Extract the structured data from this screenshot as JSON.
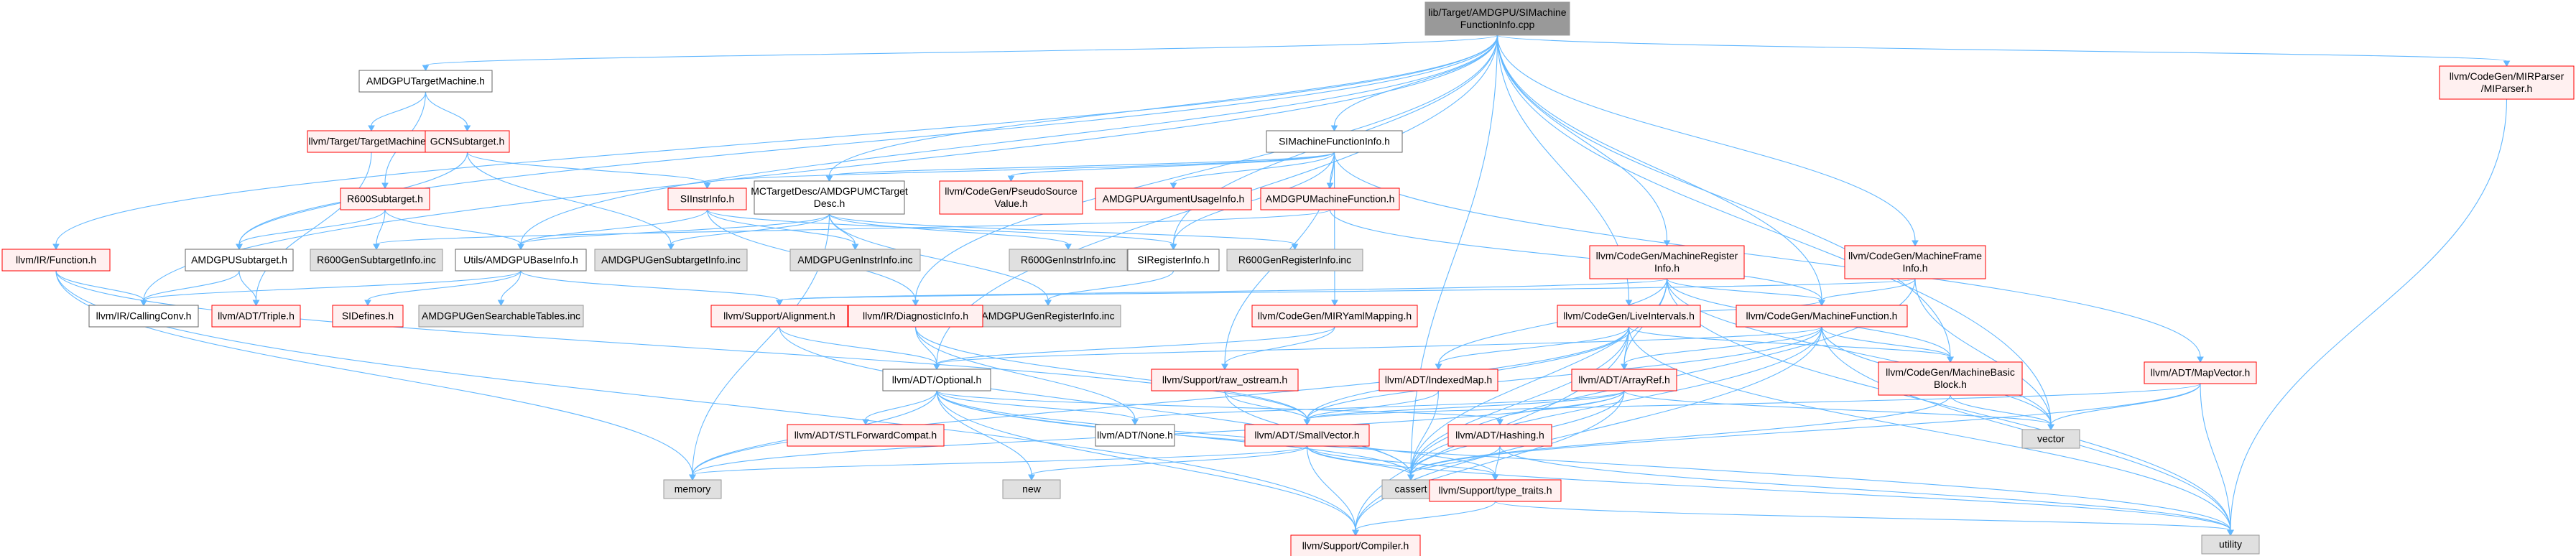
{
  "graph": {
    "root": "root",
    "colors": {
      "edge": "#63b8ff",
      "root_fill": "#999999",
      "documented_fill": "#ffffff",
      "documented_border": "#666666",
      "undocumented_fill": "#fff0f0",
      "undocumented_border": "#ff0000",
      "external_fill": "#e0e0e0",
      "external_border": "#999999"
    },
    "nodes": [
      {
        "id": "root",
        "lines": [
          "lib/Target/AMDGPU/SIMachine",
          "FunctionInfo.cpp"
        ],
        "kind": "root"
      },
      {
        "id": "amdgpu_tm",
        "lines": [
          "AMDGPUTargetMachine.h"
        ],
        "kind": "documented"
      },
      {
        "id": "target_tm",
        "lines": [
          "llvm/Target/TargetMachine.h"
        ],
        "kind": "undocumented"
      },
      {
        "id": "gcn_st",
        "lines": [
          "GCNSubtarget.h"
        ],
        "kind": "undocumented"
      },
      {
        "id": "r600_st",
        "lines": [
          "R600Subtarget.h"
        ],
        "kind": "undocumented"
      },
      {
        "id": "amdgpu_st",
        "lines": [
          "AMDGPUSubtarget.h"
        ],
        "kind": "documented"
      },
      {
        "id": "ir_function",
        "lines": [
          "llvm/IR/Function.h"
        ],
        "kind": "undocumented"
      },
      {
        "id": "ir_callingconv",
        "lines": [
          "llvm/IR/CallingConv.h"
        ],
        "kind": "documented"
      },
      {
        "id": "adt_triple",
        "lines": [
          "llvm/ADT/Triple.h"
        ],
        "kind": "undocumented"
      },
      {
        "id": "si_mfi",
        "lines": [
          "SIMachineFunctionInfo.h"
        ],
        "kind": "documented"
      },
      {
        "id": "si_instrinfo",
        "lines": [
          "SIInstrInfo.h"
        ],
        "kind": "undocumented"
      },
      {
        "id": "mctarget",
        "lines": [
          "MCTargetDesc/AMDGPUMCTarget",
          "Desc.h"
        ],
        "kind": "documented"
      },
      {
        "id": "pseudo_sv",
        "lines": [
          "llvm/CodeGen/PseudoSource",
          "Value.h"
        ],
        "kind": "undocumented"
      },
      {
        "id": "amdgpu_arg",
        "lines": [
          "AMDGPUArgumentUsageInfo.h"
        ],
        "kind": "undocumented"
      },
      {
        "id": "amdgpu_mf",
        "lines": [
          "AMDGPUMachineFunction.h"
        ],
        "kind": "undocumented"
      },
      {
        "id": "r600_stinfo",
        "lines": [
          "R600GenSubtargetInfo.inc"
        ],
        "kind": "external"
      },
      {
        "id": "utils_base",
        "lines": [
          "Utils/AMDGPUBaseInfo.h"
        ],
        "kind": "documented"
      },
      {
        "id": "amdgpu_stinfo",
        "lines": [
          "AMDGPUGenSubtargetInfo.inc"
        ],
        "kind": "external"
      },
      {
        "id": "amdgpu_instrinfo",
        "lines": [
          "AMDGPUGenInstrInfo.inc"
        ],
        "kind": "external"
      },
      {
        "id": "r600_instrinfo",
        "lines": [
          "R600GenInstrInfo.inc"
        ],
        "kind": "external"
      },
      {
        "id": "si_reginfo",
        "lines": [
          "SIRegisterInfo.h"
        ],
        "kind": "documented"
      },
      {
        "id": "r600_reginfo",
        "lines": [
          "R600GenRegisterInfo.inc"
        ],
        "kind": "external"
      },
      {
        "id": "amdgpu_reginfo",
        "lines": [
          "AMDGPUGenRegisterInfo.inc"
        ],
        "kind": "external"
      },
      {
        "id": "si_defines",
        "lines": [
          "SIDefines.h"
        ],
        "kind": "undocumented"
      },
      {
        "id": "searchable",
        "lines": [
          "AMDGPUGenSearchableTables.inc"
        ],
        "kind": "external"
      },
      {
        "id": "support_align",
        "lines": [
          "llvm/Support/Alignment.h"
        ],
        "kind": "undocumented"
      },
      {
        "id": "ir_diag",
        "lines": [
          "llvm/IR/DiagnosticInfo.h"
        ],
        "kind": "undocumented"
      },
      {
        "id": "mri",
        "lines": [
          "llvm/CodeGen/MachineRegister",
          "Info.h"
        ],
        "kind": "undocumented"
      },
      {
        "id": "mir_yaml",
        "lines": [
          "llvm/CodeGen/MIRYamlMapping.h"
        ],
        "kind": "undocumented"
      },
      {
        "id": "live_int",
        "lines": [
          "llvm/CodeGen/LiveIntervals.h"
        ],
        "kind": "undocumented"
      },
      {
        "id": "mfi_frame",
        "lines": [
          "llvm/CodeGen/MachineFrame",
          "Info.h"
        ],
        "kind": "undocumented"
      },
      {
        "id": "mf",
        "lines": [
          "llvm/CodeGen/MachineFunction.h"
        ],
        "kind": "undocumented"
      },
      {
        "id": "mir_parser",
        "lines": [
          "llvm/CodeGen/MIRParser",
          "/MIParser.h"
        ],
        "kind": "undocumented"
      },
      {
        "id": "adt_optional",
        "lines": [
          "llvm/ADT/Optional.h"
        ],
        "kind": "documented"
      },
      {
        "id": "raw_ostream",
        "lines": [
          "llvm/Support/raw_ostream.h"
        ],
        "kind": "undocumented"
      },
      {
        "id": "adt_indexedmap",
        "lines": [
          "llvm/ADT/IndexedMap.h"
        ],
        "kind": "undocumented"
      },
      {
        "id": "adt_arrayref",
        "lines": [
          "llvm/ADT/ArrayRef.h"
        ],
        "kind": "undocumented"
      },
      {
        "id": "mbb",
        "lines": [
          "llvm/CodeGen/MachineBasic",
          "Block.h"
        ],
        "kind": "undocumented"
      },
      {
        "id": "adt_mapvector",
        "lines": [
          "llvm/ADT/MapVector.h"
        ],
        "kind": "undocumented"
      },
      {
        "id": "stl_forward",
        "lines": [
          "llvm/ADT/STLForwardCompat.h"
        ],
        "kind": "undocumented"
      },
      {
        "id": "adt_none",
        "lines": [
          "llvm/ADT/None.h"
        ],
        "kind": "documented"
      },
      {
        "id": "adt_smallvector",
        "lines": [
          "llvm/ADT/SmallVector.h"
        ],
        "kind": "undocumented"
      },
      {
        "id": "adt_hashing",
        "lines": [
          "llvm/ADT/Hashing.h"
        ],
        "kind": "undocumented"
      },
      {
        "id": "vector",
        "lines": [
          "vector"
        ],
        "kind": "external"
      },
      {
        "id": "memory",
        "lines": [
          "memory"
        ],
        "kind": "external"
      },
      {
        "id": "new",
        "lines": [
          "new"
        ],
        "kind": "external"
      },
      {
        "id": "cassert",
        "lines": [
          "cassert"
        ],
        "kind": "external"
      },
      {
        "id": "type_traits",
        "lines": [
          "llvm/Support/type_traits.h"
        ],
        "kind": "undocumented"
      },
      {
        "id": "compiler",
        "lines": [
          "llvm/Support/Compiler.h"
        ],
        "kind": "undocumented"
      },
      {
        "id": "utility",
        "lines": [
          "utility"
        ],
        "kind": "external"
      }
    ],
    "edges": [
      [
        "root",
        "amdgpu_tm"
      ],
      [
        "root",
        "si_mfi"
      ],
      [
        "root",
        "mctarget"
      ],
      [
        "root",
        "ir_function"
      ],
      [
        "root",
        "ir_callingconv"
      ],
      [
        "root",
        "amdgpu_st"
      ],
      [
        "root",
        "utils_base"
      ],
      [
        "root",
        "mri"
      ],
      [
        "root",
        "live_int"
      ],
      [
        "root",
        "mfi_frame"
      ],
      [
        "root",
        "mf"
      ],
      [
        "root",
        "mbb"
      ],
      [
        "root",
        "mir_parser"
      ],
      [
        "root",
        "cassert"
      ],
      [
        "root",
        "vector"
      ],
      [
        "root",
        "si_reginfo"
      ],
      [
        "root",
        "adt_optional"
      ],
      [
        "root",
        "ir_diag"
      ],
      [
        "amdgpu_tm",
        "target_tm"
      ],
      [
        "amdgpu_tm",
        "gcn_st"
      ],
      [
        "amdgpu_tm",
        "r600_st"
      ],
      [
        "gcn_st",
        "amdgpu_st"
      ],
      [
        "gcn_st",
        "si_instrinfo"
      ],
      [
        "gcn_st",
        "amdgpu_stinfo"
      ],
      [
        "target_tm",
        "adt_triple"
      ],
      [
        "r600_st",
        "amdgpu_st"
      ],
      [
        "r600_st",
        "r600_stinfo"
      ],
      [
        "r600_st",
        "utils_base"
      ],
      [
        "amdgpu_st",
        "ir_callingconv"
      ],
      [
        "amdgpu_st",
        "adt_triple"
      ],
      [
        "ir_function",
        "ir_callingconv"
      ],
      [
        "ir_function",
        "memory"
      ],
      [
        "ir_function",
        "compiler"
      ],
      [
        "ir_function",
        "adt_smallvector"
      ],
      [
        "si_mfi",
        "amdgpu_arg"
      ],
      [
        "si_mfi",
        "amdgpu_mf"
      ],
      [
        "si_mfi",
        "si_instrinfo"
      ],
      [
        "si_mfi",
        "mctarget"
      ],
      [
        "si_mfi",
        "pseudo_sv"
      ],
      [
        "si_mfi",
        "mir_yaml"
      ],
      [
        "si_mfi",
        "adt_mapvector"
      ],
      [
        "si_mfi",
        "raw_ostream"
      ],
      [
        "si_mfi",
        "si_reginfo"
      ],
      [
        "si_instrinfo",
        "utils_base"
      ],
      [
        "si_instrinfo",
        "amdgpu_instrinfo"
      ],
      [
        "si_instrinfo",
        "si_reginfo"
      ],
      [
        "si_instrinfo",
        "ir_diag"
      ],
      [
        "mctarget",
        "utils_base"
      ],
      [
        "mctarget",
        "amdgpu_stinfo"
      ],
      [
        "mctarget",
        "amdgpu_instrinfo"
      ],
      [
        "mctarget",
        "r600_instrinfo"
      ],
      [
        "mctarget",
        "r600_reginfo"
      ],
      [
        "mctarget",
        "amdgpu_reginfo"
      ],
      [
        "mctarget",
        "memory"
      ],
      [
        "amdgpu_mf",
        "mf"
      ],
      [
        "amdgpu_mf",
        "r600_stinfo"
      ],
      [
        "utils_base",
        "si_defines"
      ],
      [
        "utils_base",
        "searchable"
      ],
      [
        "utils_base",
        "support_align"
      ],
      [
        "utils_base",
        "ir_callingconv"
      ],
      [
        "si_reginfo",
        "amdgpu_reginfo"
      ],
      [
        "support_align",
        "adt_optional"
      ],
      [
        "support_align",
        "cassert"
      ],
      [
        "ir_diag",
        "adt_optional"
      ],
      [
        "ir_diag",
        "adt_none"
      ],
      [
        "ir_diag",
        "adt_smallvector"
      ],
      [
        "mri",
        "mf"
      ],
      [
        "mri",
        "mbb"
      ],
      [
        "mri",
        "adt_arrayref"
      ],
      [
        "mri",
        "adt_indexedmap"
      ],
      [
        "mri",
        "vector"
      ],
      [
        "mri",
        "cassert"
      ],
      [
        "mri",
        "utility"
      ],
      [
        "mri",
        "support_align"
      ],
      [
        "mir_yaml",
        "raw_ostream"
      ],
      [
        "mir_yaml",
        "adt_optional"
      ],
      [
        "live_int",
        "mbb"
      ],
      [
        "live_int",
        "mf"
      ],
      [
        "live_int",
        "adt_arrayref"
      ],
      [
        "live_int",
        "adt_indexedmap"
      ],
      [
        "live_int",
        "adt_smallvector"
      ],
      [
        "live_int",
        "cassert"
      ],
      [
        "live_int",
        "compiler"
      ],
      [
        "live_int",
        "utility"
      ],
      [
        "live_int",
        "memory"
      ],
      [
        "mfi_frame",
        "mf"
      ],
      [
        "mfi_frame",
        "vector"
      ],
      [
        "mfi_frame",
        "cassert"
      ],
      [
        "mfi_frame",
        "support_align"
      ],
      [
        "mf",
        "mbb"
      ],
      [
        "mf",
        "adt_arrayref"
      ],
      [
        "mf",
        "adt_smallvector"
      ],
      [
        "mf",
        "vector"
      ],
      [
        "mf",
        "cassert"
      ],
      [
        "mf",
        "utility"
      ],
      [
        "mf",
        "compiler"
      ],
      [
        "mf",
        "adt_optional"
      ],
      [
        "mir_parser",
        "utility"
      ],
      [
        "adt_optional",
        "stl_forward"
      ],
      [
        "adt_optional",
        "adt_none"
      ],
      [
        "adt_optional",
        "type_traits"
      ],
      [
        "adt_optional",
        "compiler"
      ],
      [
        "adt_optional",
        "memory"
      ],
      [
        "adt_optional",
        "new"
      ],
      [
        "adt_optional",
        "cassert"
      ],
      [
        "adt_optional",
        "utility"
      ],
      [
        "adt_optional",
        "adt_hashing"
      ],
      [
        "raw_ostream",
        "adt_smallvector"
      ],
      [
        "raw_ostream",
        "cassert"
      ],
      [
        "adt_indexedmap",
        "adt_smallvector"
      ],
      [
        "adt_indexedmap",
        "cassert"
      ],
      [
        "adt_arrayref",
        "adt_hashing"
      ],
      [
        "adt_arrayref",
        "adt_none"
      ],
      [
        "adt_arrayref",
        "adt_smallvector"
      ],
      [
        "adt_arrayref",
        "compiler"
      ],
      [
        "adt_arrayref",
        "cassert"
      ],
      [
        "adt_arrayref",
        "vector"
      ],
      [
        "adt_arrayref",
        "memory"
      ],
      [
        "mbb",
        "vector"
      ],
      [
        "mbb",
        "cassert"
      ],
      [
        "adt_mapvector",
        "adt_smallvector"
      ],
      [
        "adt_mapvector",
        "vector"
      ],
      [
        "adt_mapvector",
        "cassert"
      ],
      [
        "adt_mapvector",
        "utility"
      ],
      [
        "adt_smallvector",
        "type_traits"
      ],
      [
        "adt_smallvector",
        "compiler"
      ],
      [
        "adt_smallvector",
        "cassert"
      ],
      [
        "adt_smallvector",
        "memory"
      ],
      [
        "adt_smallvector",
        "new"
      ],
      [
        "adt_smallvector",
        "utility"
      ],
      [
        "adt_hashing",
        "type_traits"
      ],
      [
        "adt_hashing",
        "cassert"
      ],
      [
        "adt_hashing",
        "utility"
      ],
      [
        "type_traits",
        "compiler"
      ],
      [
        "type_traits",
        "utility"
      ]
    ]
  }
}
